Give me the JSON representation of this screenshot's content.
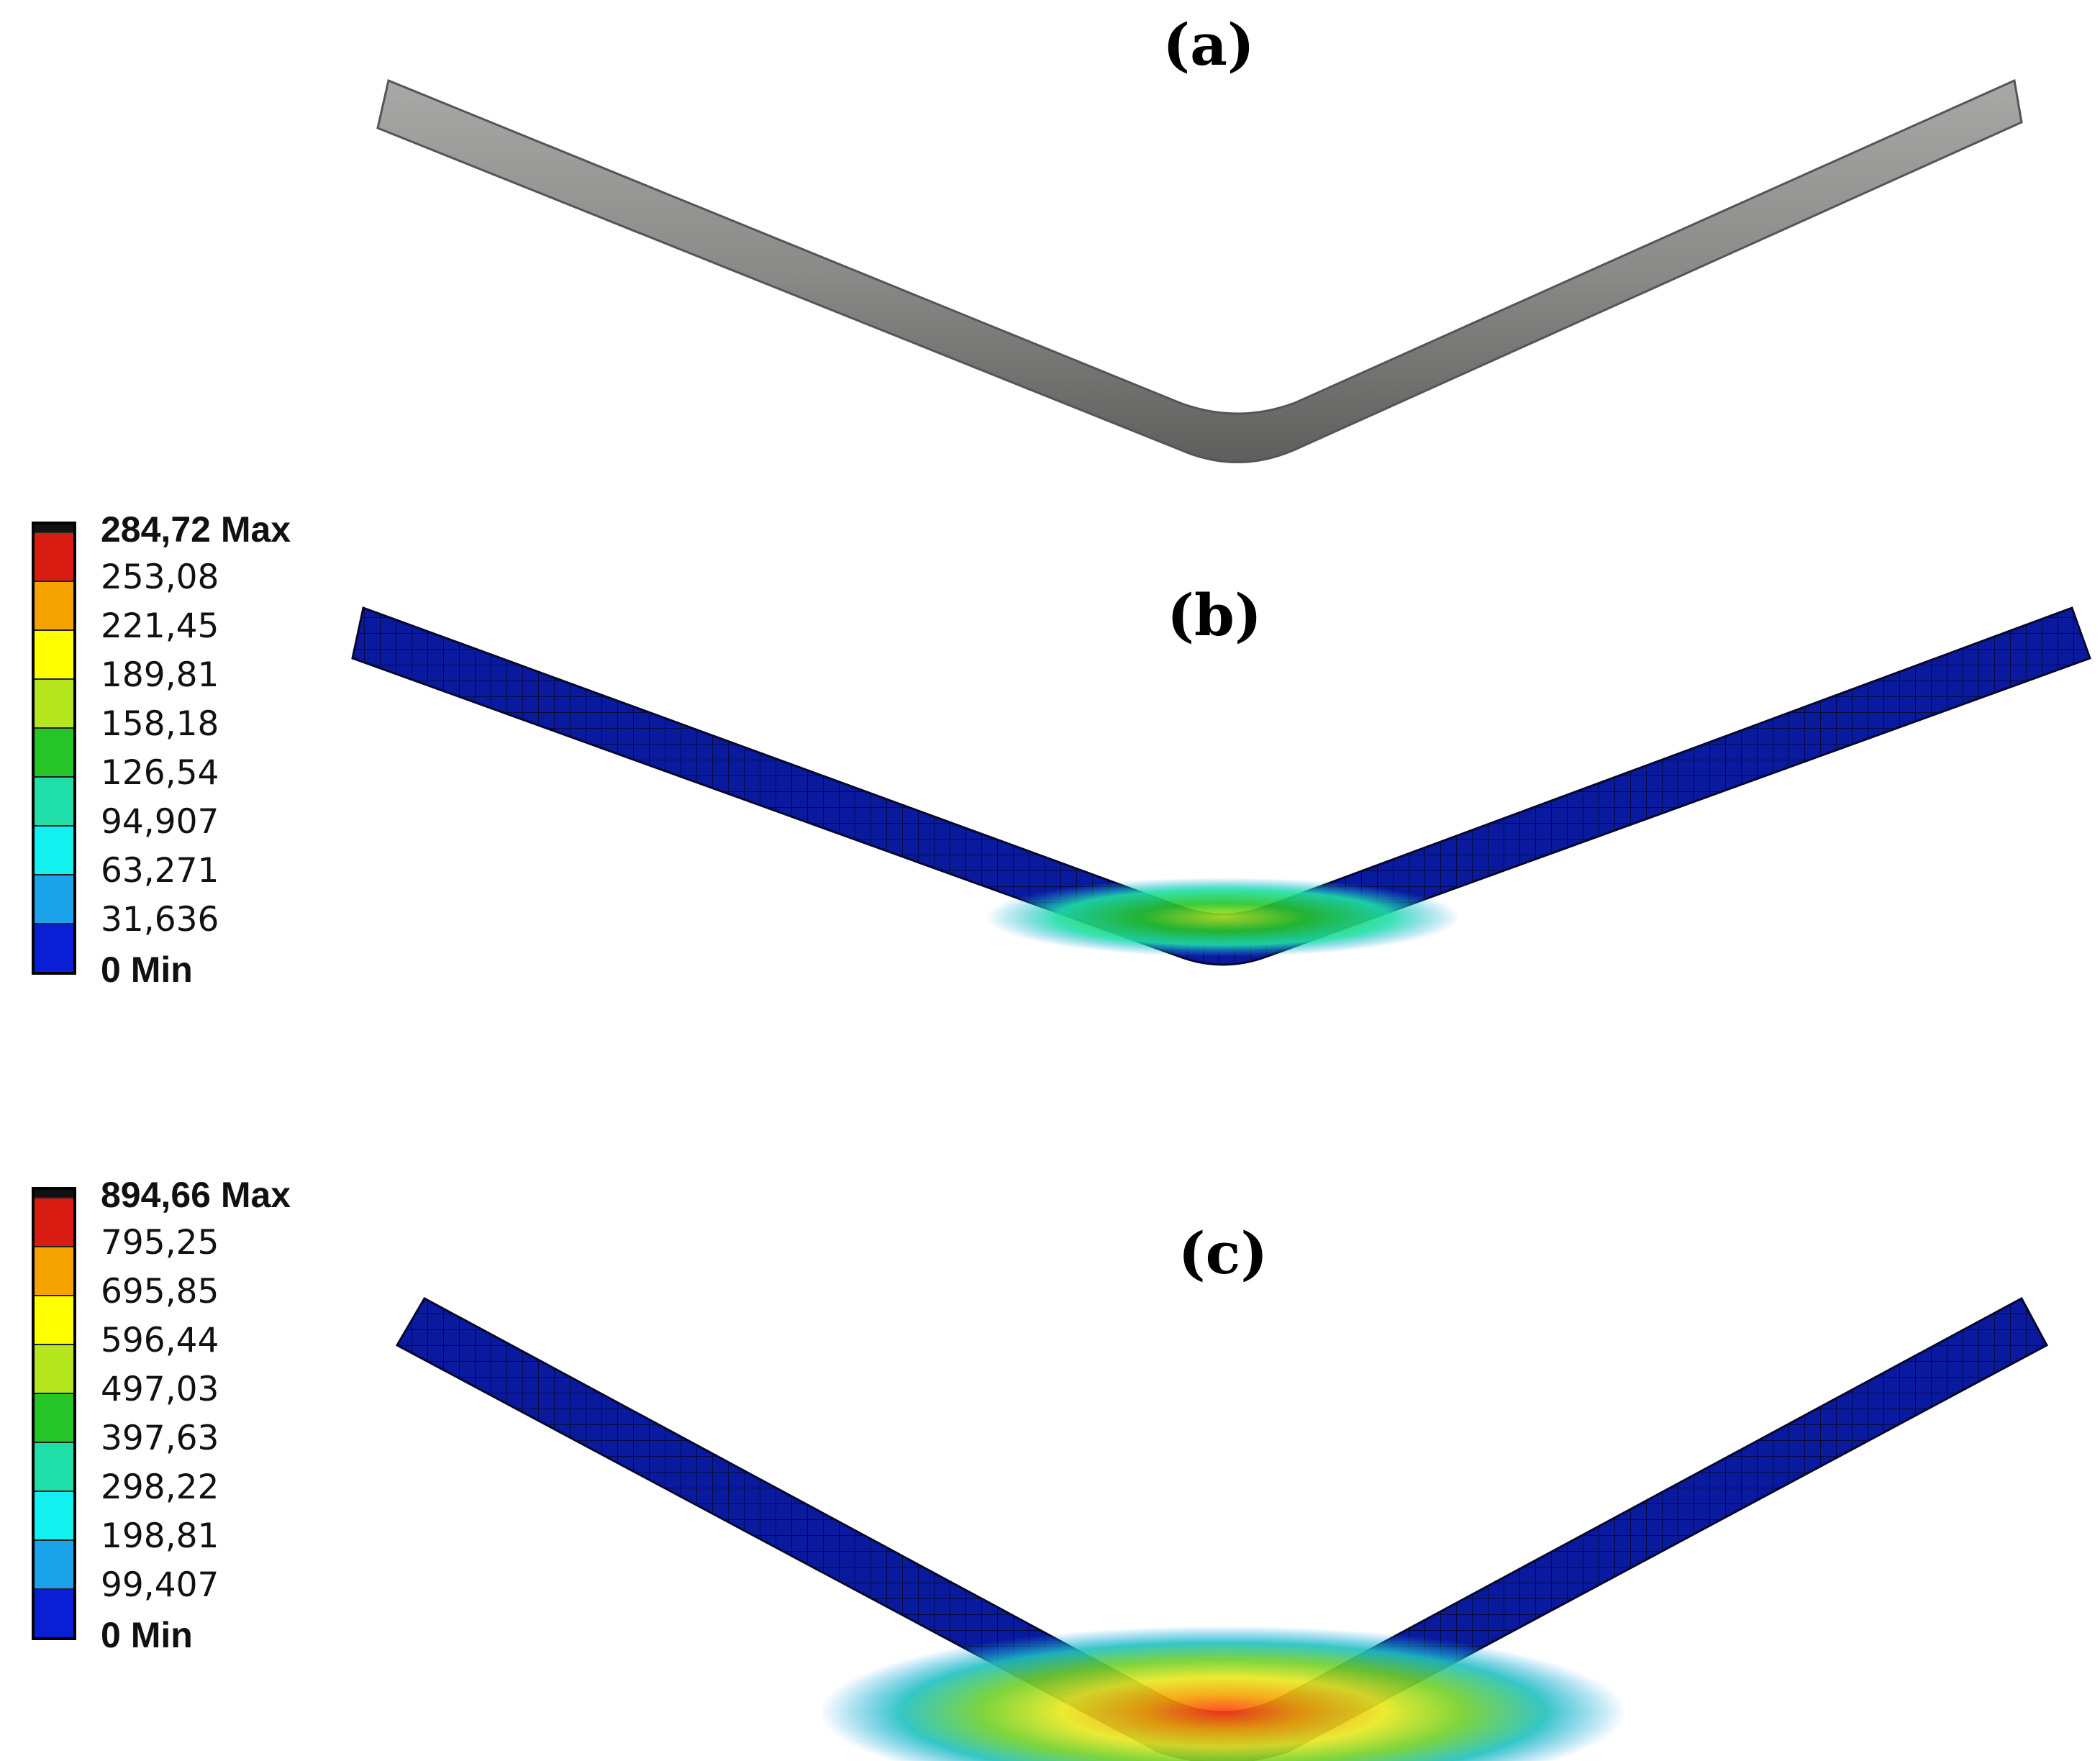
{
  "panels": [
    {
      "label": "(a)"
    },
    {
      "label": "(b)",
      "legend": {
        "max_label": "284,72 Max",
        "ticks": [
          "253,08",
          "221,45",
          "189,81",
          "158,18",
          "126,54",
          "94,907",
          "63,271",
          "31,636"
        ],
        "min_label": "0 Min"
      }
    },
    {
      "label": "(c)",
      "legend": {
        "max_label": "894,66 Max",
        "ticks": [
          "795,25",
          "695,85",
          "596,44",
          "497,03",
          "397,63",
          "298,22",
          "198,81",
          "99,407"
        ],
        "min_label": "0 Min"
      }
    }
  ],
  "legend_colors": [
    "#d91c12",
    "#f5a300",
    "#ffff00",
    "#b5e61d",
    "#25c427",
    "#1fe0a8",
    "#12f0f0",
    "#1aa3e8",
    "#0a1ed6"
  ],
  "colors": {
    "mesh_base": "#0a1a9e",
    "mesh_line": "#0a0a3a",
    "specimen_metal": "#8e8e8c"
  }
}
